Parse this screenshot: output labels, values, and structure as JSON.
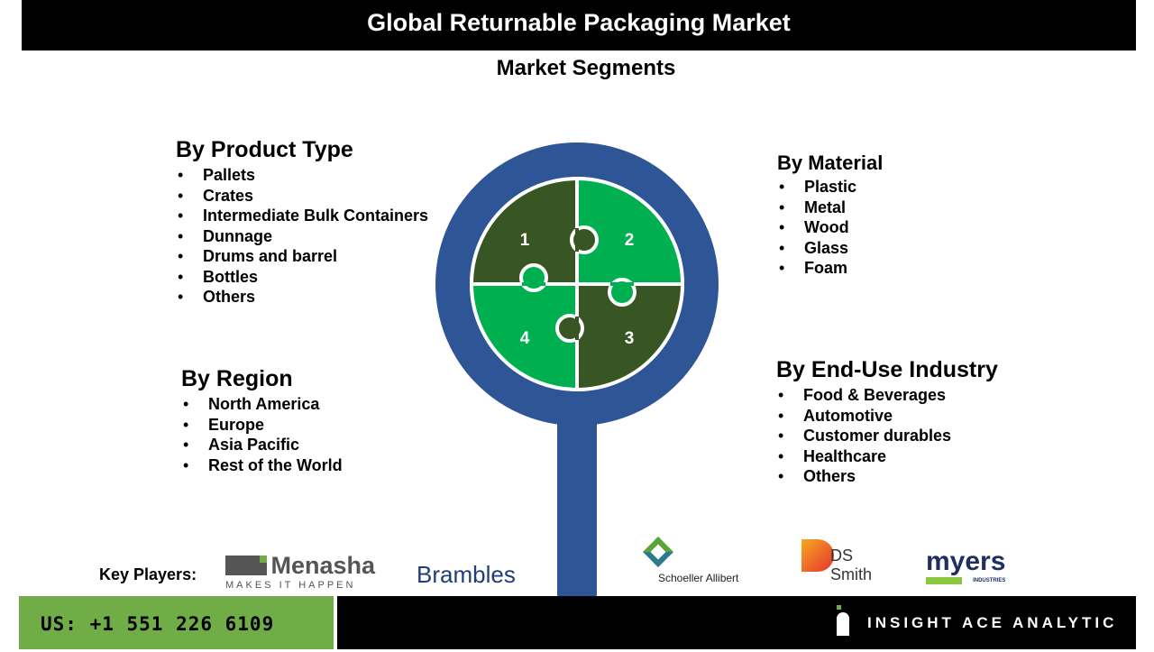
{
  "title": "Global Returnable Packaging Market",
  "subtitle": "Market Segments",
  "segments": {
    "product_type": {
      "heading": "By Product Type",
      "items": [
        "Pallets",
        "Crates",
        "Intermediate Bulk Containers",
        "Dunnage",
        "Drums and barrel",
        "Bottles",
        "Others"
      ]
    },
    "material": {
      "heading": "By Material",
      "items": [
        "Plastic",
        "Metal",
        "Wood",
        "Glass",
        "Foam"
      ]
    },
    "region": {
      "heading": "By Region",
      "items": [
        "North America",
        "Europe",
        "Asia Pacific",
        "Rest of the World"
      ]
    },
    "end_use": {
      "heading": "By End-Use Industry",
      "items": [
        "Food & Beverages",
        "Automotive",
        "Customer durables",
        "Healthcare",
        "Others"
      ]
    }
  },
  "puzzle": {
    "pieces": [
      "1",
      "2",
      "3",
      "4"
    ]
  },
  "key_players": {
    "label": "Key Players:",
    "logos": [
      "Menasha",
      "MAKES IT HAPPEN",
      "Brambles",
      "Schoeller Allibert",
      "DS",
      "Smith",
      "myers",
      "INDUSTRIES"
    ]
  },
  "footer": {
    "phone": "US: +1 551 226 6109",
    "brand": "INSIGHT ACE ANALYTIC"
  },
  "colors": {
    "ring": "#2E5596",
    "dark_green": "#375623",
    "bright_green": "#00B050",
    "footer_green": "#70AD47"
  }
}
